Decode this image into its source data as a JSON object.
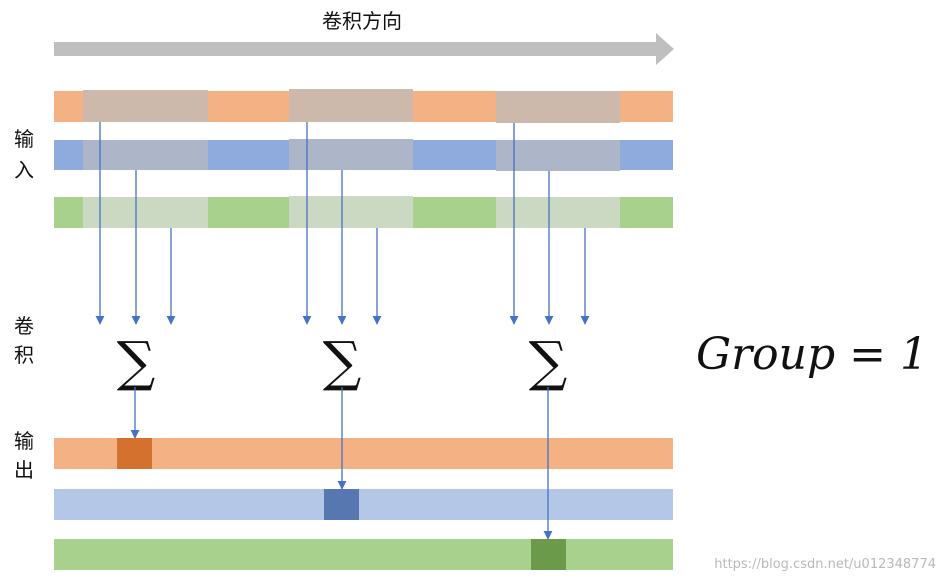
{
  "direction_label": "卷积方向",
  "side_labels": {
    "input": [
      "输",
      "入"
    ],
    "conv": [
      "卷",
      "积"
    ],
    "output": [
      "输",
      "出"
    ]
  },
  "sigma_symbol": "∑",
  "group_label": "Group = 1",
  "watermark": "https://blog.csdn.net/u012348774",
  "colors": {
    "orange": "#F4B183",
    "blue": "#8FAADC",
    "green": "#A9D18E",
    "output_blue": "#B4C7E7",
    "kernel": "#CCB9AB",
    "kernel_blue": "#ADB5C8",
    "kernel_green": "#CCD9C2",
    "out_orange_cell": "#D4712F",
    "out_blue_cell": "#5677B0",
    "out_green_cell": "#6A9A4A",
    "arrow": "#4472C4",
    "direction_arrow": "#BFBFBF"
  }
}
